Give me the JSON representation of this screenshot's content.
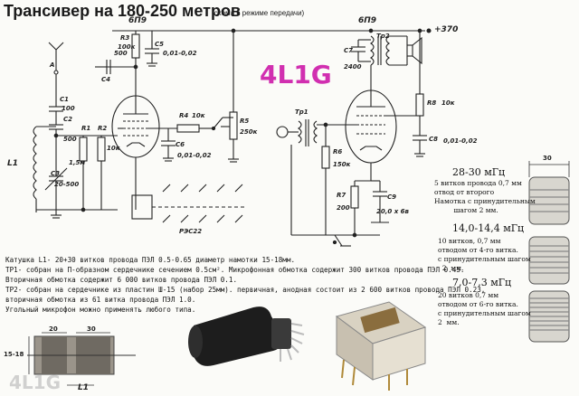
{
  "title": "Трансивер на 180-250 метров",
  "subtitle": "(схема в режиме передачи)",
  "logo": "4L1G",
  "watermark": "4L1G",
  "tubes": [
    "6П9",
    "6П9"
  ],
  "supply": "+370",
  "relay_label": "РЭС22",
  "components": {
    "R3": "R3",
    "R3v": "100к",
    "C5": "C5",
    "C5v": "0,01-0,02",
    "C4": "C4",
    "C4v": "500",
    "A": "A",
    "C1": "C1",
    "C1v": "100",
    "C2": "C2",
    "C2v": "500",
    "C3": "C3",
    "C3v": "20-500",
    "R1": "R1",
    "R1v": "1,5м",
    "R2": "R2",
    "R2v": "10к",
    "L1": "L1",
    "R4": "R4",
    "R4v": "10к",
    "R5": "R5",
    "R5v": "250к",
    "C6": "C6",
    "C6v": "0,01-0,02",
    "Tr1": "Tp1",
    "Tr2": "Tp2",
    "C7": "C7",
    "C7v": "2400",
    "R8": "R8",
    "R8v": "10к",
    "C8": "C8",
    "C8v": "0,01-0,02",
    "R6": "R6",
    "R6v": "150к",
    "R7": "R7",
    "R7v": "200",
    "C9": "C9",
    "C9v": "20,0 x 6в"
  },
  "notes": [
    "Катушка L1- 20+30 витков провода ПЭЛ 0.5-0.65 диаметр намотки 15-18мм.",
    "  ТР1- собран на П-образном сердечнике сечением 0.5см². Микрофонная обмотка содержит 300 витков провода ПЭЛ 0.45.",
    "Вторичная обмотка содержит 6 000 витков провода ПЭЛ 0.1.",
    "ТР2- собран на сердечнике из пластин Ш-15 (набор 25мм). первичная, анодная состоит из 2 600 витков провода ПЭЛ 0.23,",
    "вторичная обмотка из 61 витка провода ПЭЛ 1.0.",
    "  Угольный микрофон можно применять любого типа."
  ],
  "coils": [
    {
      "range": "28-30 мГц",
      "desc": "5 витков провода 0,7 мм\nотвод от второго\nНамотка с принудительным\n         шагом 2 мм."
    },
    {
      "range": "14,0-14,4 мГц",
      "desc": "10 витков, 0,7 мм\nотводом от 4-го витка.\nс принудительным шагом\n  2  мм."
    },
    {
      "range": "7,0-7,3 мГц",
      "desc": "20 витков 0,7 мм\nотводом от 6-го витка.\nс принудительным шагом\n2  мм."
    }
  ],
  "coil_dims": {
    "width": "30",
    "height": "15-18",
    "top": "20",
    "bottom": "30",
    "bottom_label": "L1"
  }
}
